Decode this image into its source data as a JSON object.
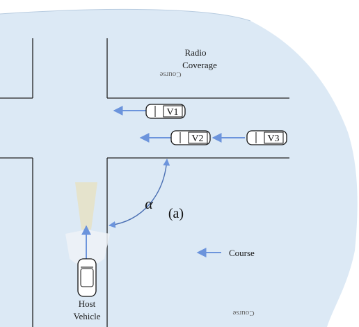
{
  "labels": {
    "radio_coverage_line1": "Radio",
    "radio_coverage_line2": "Coverage",
    "course_legend": "Course",
    "host_line1": "Host",
    "host_line2": "Vehicle",
    "angle_symbol": "α",
    "panel_label": "(a)"
  },
  "vehicles": [
    {
      "id": "V1"
    },
    {
      "id": "V2"
    },
    {
      "id": "V3"
    }
  ],
  "ghost_text": {
    "upper": "Course",
    "lower": "Course"
  },
  "colors": {
    "coverage_fill": "#dce9f5",
    "arrow": "#6c94dc",
    "road_line": "#222222",
    "beam": "#e6e2c8"
  }
}
